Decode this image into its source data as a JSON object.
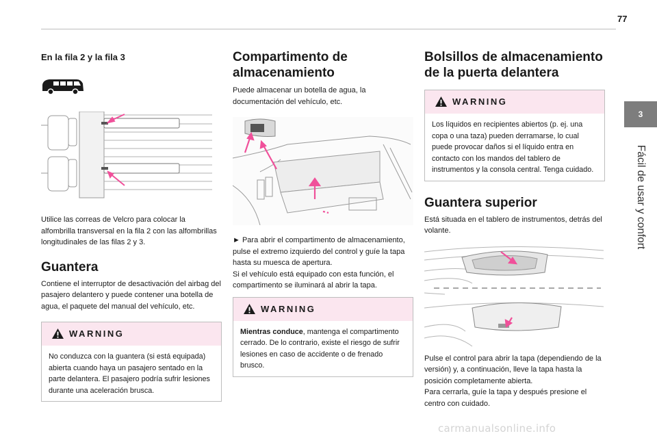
{
  "page": {
    "number": "77",
    "watermark": "carmanualsonline.info"
  },
  "side_tab": {
    "chapter": "3",
    "title": "Fácil de usar y confort"
  },
  "col1": {
    "heading": "En la fila 2 y la fila 3",
    "para1": "Utilice las correas de Velcro para colocar la alfombrilla transversal en la fila 2 con las alfombrillas longitudinales de las filas 2 y 3.",
    "section_title": "Guantera",
    "para2": "Contiene el interruptor de desactivación del airbag del pasajero delantero y puede contener una botella de agua, el paquete del manual del vehículo, etc.",
    "warning_label": "WARNING",
    "warning_text": "No conduzca con la guantera (si está equipada) abierta cuando haya un pasajero sentado en la parte delantera. El pasajero podría sufrir lesiones durante una aceleración brusca."
  },
  "col2": {
    "section_title": "Compartimento de almacenamiento",
    "intro": "Puede almacenar un botella de agua, la documentación del vehículo, etc.",
    "step_arrow": "►",
    "step_text": "Para abrir el compartimento de almacenamiento, pulse el extremo izquierdo del control y guíe la tapa hasta su muesca de apertura.",
    "note": "Si el vehículo está equipado con esta función, el compartimento se iluminará al abrir la tapa.",
    "warning_label": "WARNING",
    "warning_bold": "Mientras conduce",
    "warning_text": ", mantenga el compartimento cerrado. De lo contrario, existe el riesgo de sufrir lesiones en caso de accidente o de frenado brusco."
  },
  "col3": {
    "section_title": "Bolsillos de almacenamiento de la puerta delantera",
    "warning_label": "WARNING",
    "warning_text": "Los líquidos en recipientes abiertos (p. ej. una copa o una taza) pueden derramarse, lo cual puede provocar daños si el líquido entra en contacto con los mandos del tablero de instrumentos y la consola central. Tenga cuidado.",
    "subsection_title": "Guantera superior",
    "para1": "Está situada en el tablero de instrumentos, detrás del volante.",
    "para2": "Pulse el control para abrir la tapa (dependiendo de la versión) y, a continuación, lleve la tapa hasta la posición completamente abierta.",
    "para3": "Para cerrarla, guíe la tapa y después presione el centro con cuidado."
  },
  "colors": {
    "accent_pink": "#f0509a",
    "warning_bg": "#fbe6ef",
    "tab_grey": "#7d7d7d"
  }
}
